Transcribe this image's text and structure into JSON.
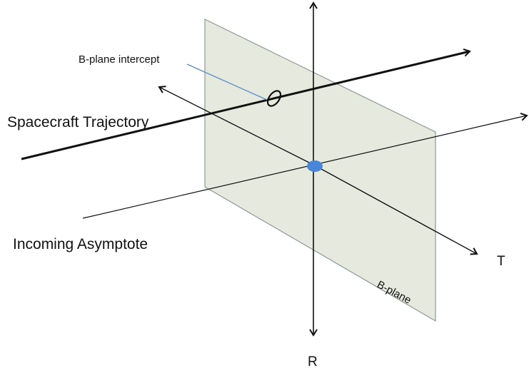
{
  "labels": {
    "b_plane_intercept": "B-plane intercept",
    "spacecraft_trajectory": "Spacecraft Trajectory",
    "incoming_asymptote": "Incoming Asymptote",
    "t_axis": "T",
    "r_axis": "R",
    "b_plane": "B-plane"
  },
  "colors": {
    "plane_fill": "#e6e9de",
    "plane_edge": "#8c9a96",
    "axis": "#111111",
    "target_point": "#4a86d8",
    "leader_line": "#5b8dc9"
  }
}
